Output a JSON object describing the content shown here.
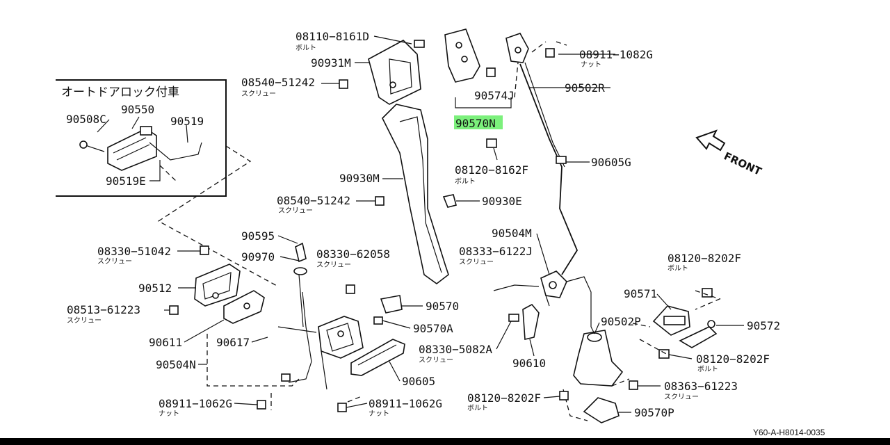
{
  "colors": {
    "highlight": "#7CF07C",
    "ink": "#111111",
    "bottom_bar": "#000000"
  },
  "inset": {
    "title": "オートドアロック付車"
  },
  "labels": {
    "p08110_8161D": "08110−8161D",
    "p08110_sub": "ボルト",
    "p90931M": "90931M",
    "p08540_51242_top": "08540−51242",
    "p08540_sub_top": "スクリュー",
    "p90574J": "90574J",
    "p90570N": "90570N",
    "p08911_1082G": "08911−1082G",
    "p08911_1082G_sub": "ナット",
    "p90502R": "90502R",
    "p08120_8162F": "08120−8162F",
    "p08120_8162F_sub": "ボルト",
    "p90605G": "90605G",
    "front": "FRONT",
    "p90508C": "90508C",
    "p90550": "90550",
    "p90519": "90519",
    "p90519E": "90519E",
    "p90930M": "90930M",
    "p08540_51242_mid": "08540−51242",
    "p08540_sub_mid": "スクリュー",
    "p90930E": "90930E",
    "p90595": "90595",
    "p08330_51042": "08330−51042",
    "p08330_51042_sub": "スクリュー",
    "p90970": "90970",
    "p08330_62058": "08330−62058",
    "p08330_62058_sub": "スクリュー",
    "p08333_6122J": "08333−6122J",
    "p08333_sub": "スクリュー",
    "p90504M": "90504M",
    "p08120_8202F_a": "08120−8202F",
    "p08120_8202F_a_sub": "ボルト",
    "p90512": "90512",
    "p90570": "90570",
    "p90571": "90571",
    "p08513_61223": "08513−61223",
    "p08513_sub": "スクリュー",
    "p90570A": "90570A",
    "p90502P": "90502P",
    "p90572": "90572",
    "p90611": "90611",
    "p90617": "90617",
    "p08330_5082A": "08330−5082A",
    "p08330_5082A_sub": "スクリュー",
    "p90610": "90610",
    "p08120_8202F_b": "08120−8202F",
    "p08120_8202F_b_sub": "ボルト",
    "p90504N": "90504N",
    "p90605": "90605",
    "p08363_61223": "08363−61223",
    "p08363_sub": "スクリュー",
    "p08911_1062G_l": "08911−1062G",
    "p08911_1062G_l_sub": "ナット",
    "p08911_1062G_r": "08911−1062G",
    "p08911_1062G_r_sub": "ナット",
    "p08120_8202F_c": "08120−8202F",
    "p08120_8202F_c_sub": "ボルト",
    "p90570P": "90570P"
  },
  "reference": "Y60-A-H8014-0035"
}
